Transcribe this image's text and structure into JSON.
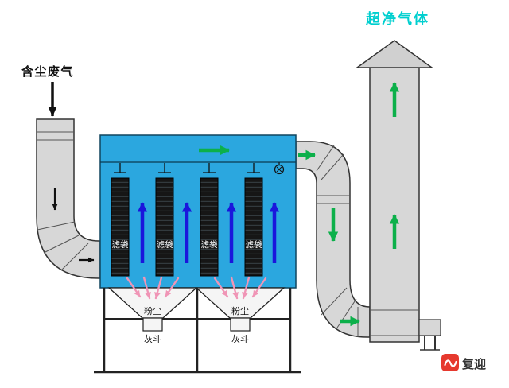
{
  "diagram": {
    "labels": {
      "inlet_gas": "含尘废气",
      "clean_gas": "超净气体"
    },
    "filter_bags": [
      "滤袋",
      "滤袋",
      "滤袋",
      "滤袋"
    ],
    "hoppers": [
      {
        "dust": "粉尘",
        "hopper": "灰斗"
      },
      {
        "dust": "粉尘",
        "hopper": "灰斗"
      }
    ],
    "watermark": {
      "text": "复迎"
    },
    "colors": {
      "housing_blue": "#2BA7DF",
      "duct_gray": "#D7D7D7",
      "cap_gray": "#D0D0D0",
      "hopper_white": "#F5F5F5",
      "bag_black": "#161616",
      "arrow_green": "#0CB04A",
      "arrow_blue": "#1A16DC",
      "arrow_pink": "#F095B6",
      "arrow_black": "#111111",
      "clean_gas_text": "#00CFCF",
      "watermark_red": "#E6392E",
      "label_black": "#111111"
    }
  }
}
